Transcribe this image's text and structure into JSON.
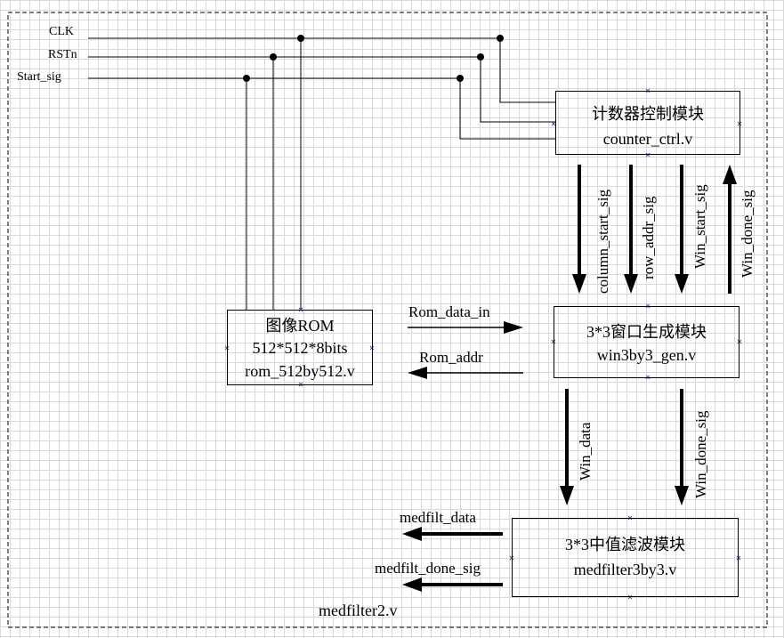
{
  "inputs": {
    "clk": "CLK",
    "rstn": "RSTn",
    "start": "Start_sig"
  },
  "modules": {
    "counter": {
      "title": "计数器控制模块",
      "file": "counter_ctrl.v"
    },
    "rom": {
      "title": "图像ROM",
      "size": "512*512*8bits",
      "file": "rom_512by512.v"
    },
    "win": {
      "title": "3*3窗口生成模块",
      "file": "win3by3_gen.v"
    },
    "filter": {
      "title": "3*3中值滤波模块",
      "file": "medfilter3by3.v"
    }
  },
  "signals": {
    "column_start": "column_start_sig",
    "row_addr": "row_addr_sig",
    "win_start": "Win_start_sig",
    "win_done_up": "Win_done_sig",
    "rom_data_in": "Rom_data_in",
    "rom_addr": "Rom_addr",
    "win_data": "Win_data",
    "win_done_down": "Win_done_sig",
    "medfilt_data": "medfilt_data",
    "medfilt_done": "medfilt_done_sig"
  },
  "top_module": "medfilter2.v"
}
